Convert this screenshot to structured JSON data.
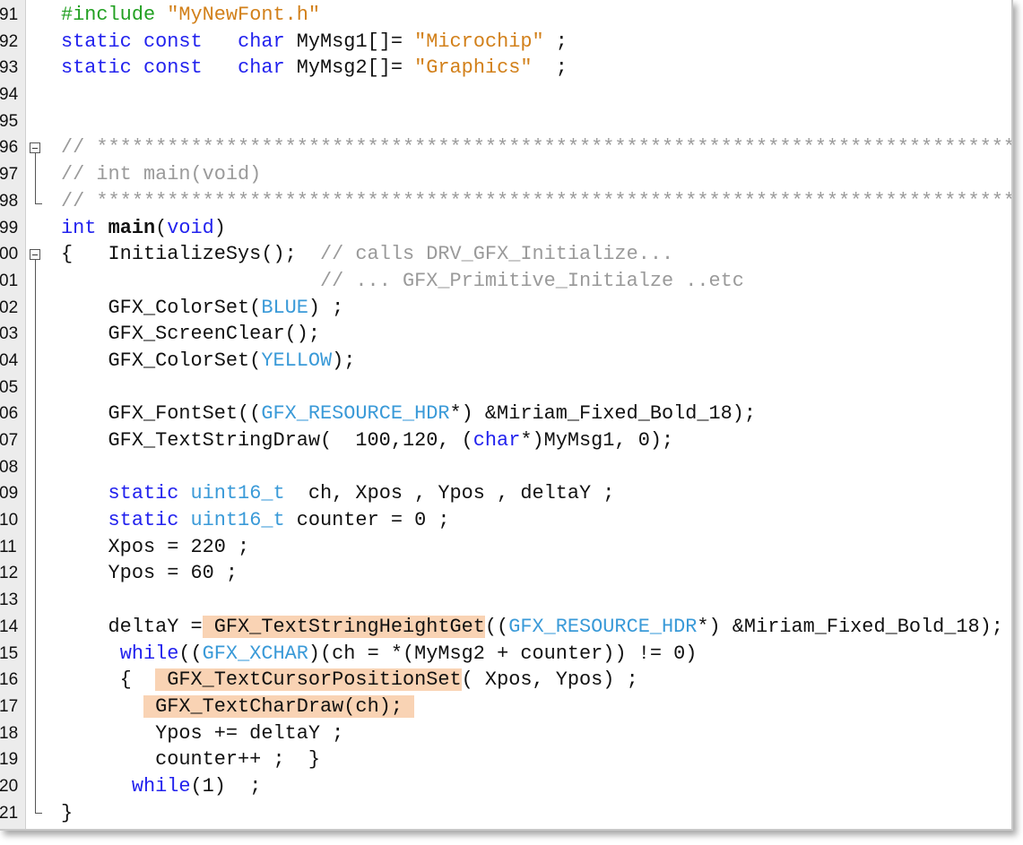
{
  "editor": {
    "colors": {
      "keyword": "#2222ee",
      "string": "#d2801a",
      "comment": "#9a9a9a",
      "type_macro": "#3a9ad8",
      "preprocessor": "#22a022",
      "highlight": "#f9d3b4"
    },
    "fold_markers": [
      "96",
      "00"
    ],
    "lines": [
      {
        "num": "91",
        "tokens": [
          [
            "#include",
            "p"
          ],
          [
            " ",
            "n"
          ],
          [
            "\"MyNewFont.h\"",
            "s"
          ]
        ]
      },
      {
        "num": "92",
        "tokens": [
          [
            "static",
            "k"
          ],
          [
            " ",
            "n"
          ],
          [
            "const",
            "k"
          ],
          [
            "   ",
            "n"
          ],
          [
            "char",
            "k"
          ],
          [
            " MyMsg1[]= ",
            "n"
          ],
          [
            "\"Microchip\"",
            "s"
          ],
          [
            " ;",
            "n"
          ]
        ]
      },
      {
        "num": "93",
        "tokens": [
          [
            "static",
            "k"
          ],
          [
            " ",
            "n"
          ],
          [
            "const",
            "k"
          ],
          [
            "   ",
            "n"
          ],
          [
            "char",
            "k"
          ],
          [
            " MyMsg2[]= ",
            "n"
          ],
          [
            "\"Graphics\"",
            "s"
          ],
          [
            "  ;",
            "n"
          ]
        ]
      },
      {
        "num": "94",
        "tokens": []
      },
      {
        "num": "95",
        "tokens": []
      },
      {
        "num": "96",
        "tokens": [
          [
            "// ******************************************************************************",
            "c"
          ]
        ]
      },
      {
        "num": "97",
        "tokens": [
          [
            "// int main(void)",
            "c"
          ]
        ]
      },
      {
        "num": "98",
        "tokens": [
          [
            "// ******************************************************************************",
            "c"
          ]
        ]
      },
      {
        "num": "99",
        "tokens": [
          [
            "int",
            "k"
          ],
          [
            " ",
            "n"
          ],
          [
            "main",
            "b"
          ],
          [
            "(",
            "n"
          ],
          [
            "void",
            "k"
          ],
          [
            ")",
            "n"
          ]
        ]
      },
      {
        "num": "00",
        "tokens": [
          [
            "{   InitializeSys();  ",
            "n"
          ],
          [
            "// calls DRV_GFX_Initialize...",
            "c"
          ]
        ]
      },
      {
        "num": "01",
        "tokens": [
          [
            "                      ",
            "n"
          ],
          [
            "// ... GFX_Primitive_Initialze ..etc",
            "c"
          ]
        ]
      },
      {
        "num": "02",
        "tokens": [
          [
            "    GFX_ColorSet(",
            "n"
          ],
          [
            "BLUE",
            "t"
          ],
          [
            ") ;",
            "n"
          ]
        ]
      },
      {
        "num": "03",
        "tokens": [
          [
            "    GFX_ScreenClear();",
            "n"
          ]
        ]
      },
      {
        "num": "04",
        "tokens": [
          [
            "    GFX_ColorSet(",
            "n"
          ],
          [
            "YELLOW",
            "t"
          ],
          [
            ");",
            "n"
          ]
        ]
      },
      {
        "num": "05",
        "tokens": []
      },
      {
        "num": "06",
        "tokens": [
          [
            "    GFX_FontSet((",
            "n"
          ],
          [
            "GFX_RESOURCE_HDR",
            "t"
          ],
          [
            "*) &Miriam_Fixed_Bold_18);",
            "n"
          ]
        ]
      },
      {
        "num": "07",
        "tokens": [
          [
            "    GFX_TextStringDraw(  100,120, (",
            "n"
          ],
          [
            "char",
            "k"
          ],
          [
            "*)MyMsg1, 0);",
            "n"
          ]
        ]
      },
      {
        "num": "08",
        "tokens": []
      },
      {
        "num": "09",
        "tokens": [
          [
            "    ",
            "n"
          ],
          [
            "static",
            "k"
          ],
          [
            " ",
            "n"
          ],
          [
            "uint16_t",
            "t"
          ],
          [
            "  ch, Xpos , Ypos , deltaY ;",
            "n"
          ]
        ]
      },
      {
        "num": "10",
        "tokens": [
          [
            "    ",
            "n"
          ],
          [
            "static",
            "k"
          ],
          [
            " ",
            "n"
          ],
          [
            "uint16_t",
            "t"
          ],
          [
            " counter = 0 ;",
            "n"
          ]
        ]
      },
      {
        "num": "11",
        "tokens": [
          [
            "    Xpos = 220 ;",
            "n"
          ]
        ]
      },
      {
        "num": "12",
        "tokens": [
          [
            "    Ypos = 60 ;",
            "n"
          ]
        ]
      },
      {
        "num": "13",
        "tokens": []
      },
      {
        "num": "14",
        "tokens": [
          [
            "    deltaY =",
            "n"
          ],
          [
            " GFX_TextStringHeightGet",
            "hl"
          ],
          [
            "((",
            "n"
          ],
          [
            "GFX_RESOURCE_HDR",
            "t"
          ],
          [
            "*) &Miriam_Fixed_Bold_18);",
            "n"
          ]
        ]
      },
      {
        "num": "15",
        "tokens": [
          [
            "     ",
            "n"
          ],
          [
            "while",
            "k"
          ],
          [
            "((",
            "n"
          ],
          [
            "GFX_XCHAR",
            "t"
          ],
          [
            ")(ch = *(MyMsg2 + counter)) != 0)",
            "n"
          ]
        ]
      },
      {
        "num": "16",
        "tokens": [
          [
            "     {  ",
            "n"
          ],
          [
            " GFX_TextCursorPositionSet",
            "hl"
          ],
          [
            "( Xpos, Ypos) ;",
            "n"
          ]
        ]
      },
      {
        "num": "17",
        "tokens": [
          [
            "       ",
            "n"
          ],
          [
            " GFX_TextCharDraw(ch); ",
            "hl"
          ]
        ]
      },
      {
        "num": "18",
        "tokens": [
          [
            "        Ypos += deltaY ;",
            "n"
          ]
        ]
      },
      {
        "num": "19",
        "tokens": [
          [
            "        counter++ ;  }",
            "n"
          ]
        ]
      },
      {
        "num": "20",
        "tokens": [
          [
            "      ",
            "n"
          ],
          [
            "while",
            "k"
          ],
          [
            "(1)  ;",
            "n"
          ]
        ]
      },
      {
        "num": "21",
        "tokens": [
          [
            "}",
            "n"
          ]
        ]
      }
    ]
  }
}
